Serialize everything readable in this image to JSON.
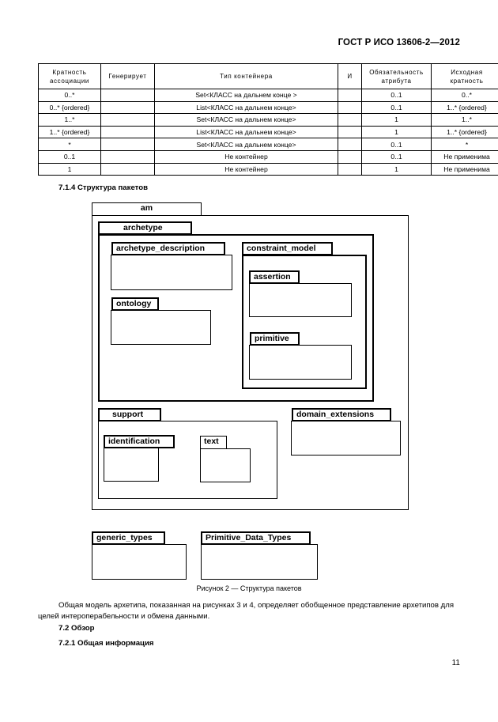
{
  "header": {
    "title": "ГОСТ Р ИСО 13606-2—2012"
  },
  "table": {
    "columns": [
      "Кратность ассоциации",
      "Генерирует",
      "Тип контейнера",
      "И",
      "Обязательность атрибута",
      "Исходная кратность"
    ],
    "rows": [
      [
        "0..*",
        "",
        "Set<КЛАСС на дальнем конце >",
        "",
        "0..1",
        "0..*"
      ],
      [
        "0..* {ordered}",
        "",
        "List<КЛАСС на дальнем конце>",
        "",
        "0..1",
        "1..* {ordered}"
      ],
      [
        "1..*",
        "",
        "Set<КЛАСС на дальнем конце>",
        "",
        "1",
        "1..*"
      ],
      [
        "1..* {ordered}",
        "",
        "List<КЛАСС на дальнем конце>",
        "",
        "1",
        "1..* {ordered}"
      ],
      [
        "*",
        "",
        "Set<КЛАСС на дальнем конце>",
        "",
        "0..1",
        "*"
      ],
      [
        "0..1",
        "",
        "Не контейнер",
        "",
        "0..1",
        "Не применима"
      ],
      [
        "1",
        "",
        "Не контейнер",
        "",
        "1",
        "Не применима"
      ]
    ]
  },
  "section_714": "7.1.4 Структура пакетов",
  "diagram": {
    "am": "am",
    "archetype": "archetype",
    "archetype_description": "archetype_description",
    "ontology": "ontology",
    "constraint_model": "constraint_model",
    "assertion": "assertion",
    "primitive": "primitive",
    "support": "support",
    "identification": "identification",
    "text": "text",
    "domain_extensions": "domain_extensions",
    "generic_types": "generic_types",
    "primitive_data_types": "Primitive_Data_Types"
  },
  "figure_caption": "Рисунок 2 — Структура пакетов",
  "paragraph": "Общая модель архетипа, показанная на рисунках 3 и 4, определяет обобщенное представление архетипов для целей интероперабельности и обмена данными.",
  "section_72": "7.2 Обзор",
  "section_721": "7.2.1 Общая информация",
  "page_number": "11"
}
